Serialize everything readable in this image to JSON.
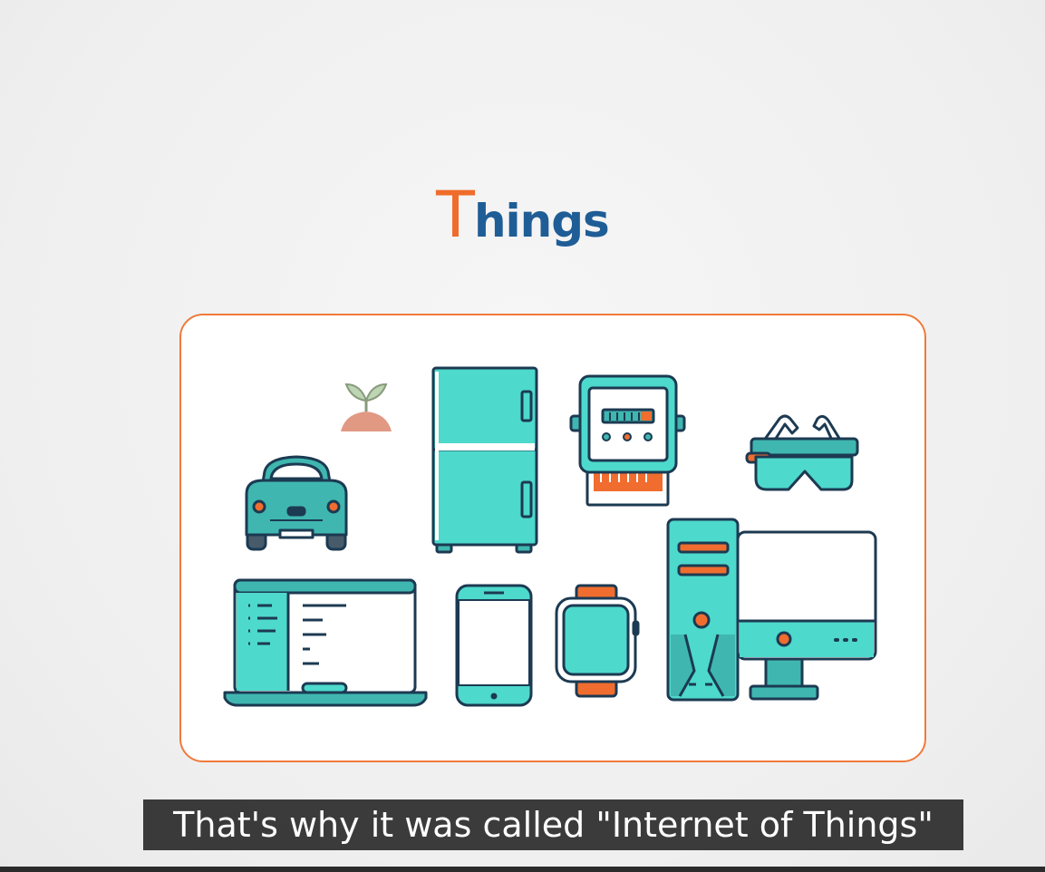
{
  "slide": {
    "title_first_letter": "T",
    "title_rest": "hings"
  },
  "caption": {
    "text": "That's why it was called \"Internet of Things\""
  },
  "colors": {
    "teal": "#4dd9cc",
    "navy": "#1c3a52",
    "orange": "#f06d2f",
    "title_blue": "#1f5d96",
    "card_border": "#f07a3a"
  },
  "icons": [
    "plant-icon",
    "car-icon",
    "refrigerator-icon",
    "electric-meter-icon",
    "smart-glasses-icon",
    "laptop-icon",
    "smartphone-icon",
    "smartwatch-icon",
    "desktop-computer-icon"
  ]
}
